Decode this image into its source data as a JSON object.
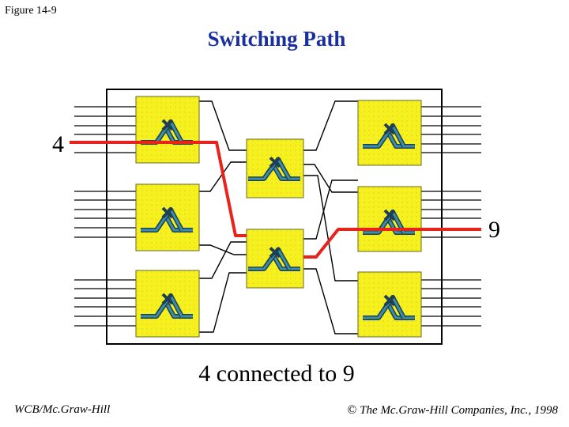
{
  "figure_label": "Figure 14-9",
  "title": "Switching Path",
  "caption": "4 connected to 9",
  "input_label": "4",
  "output_label": "9",
  "footer_left": "WCB/Mc.Graw-Hill",
  "copyright_symbol": "©",
  "footer_right": "The Mc.Graw-Hill Companies, Inc., 1998",
  "colors": {
    "switch_fill": "#f5f01e",
    "switch_border": "#6a6a20",
    "crossbar_line": "#3d8fa3",
    "path": "#e8231c",
    "wire": "#000000"
  },
  "stages": [
    {
      "name": "stage-1",
      "switches": 3
    },
    {
      "name": "stage-2",
      "switches": 2
    },
    {
      "name": "stage-3",
      "switches": 3
    }
  ]
}
